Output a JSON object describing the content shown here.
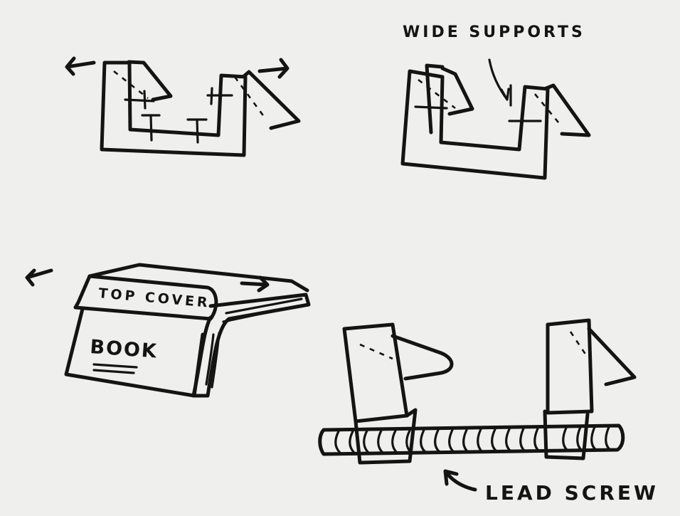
{
  "labels": {
    "wide_supports": "WIDE SUPPORTS",
    "top_cover": "TOP COVER",
    "book": "BOOK",
    "lead_screw": "LEAD SCREW"
  },
  "colors": {
    "paper": "#efefed",
    "ink": "#141414"
  }
}
